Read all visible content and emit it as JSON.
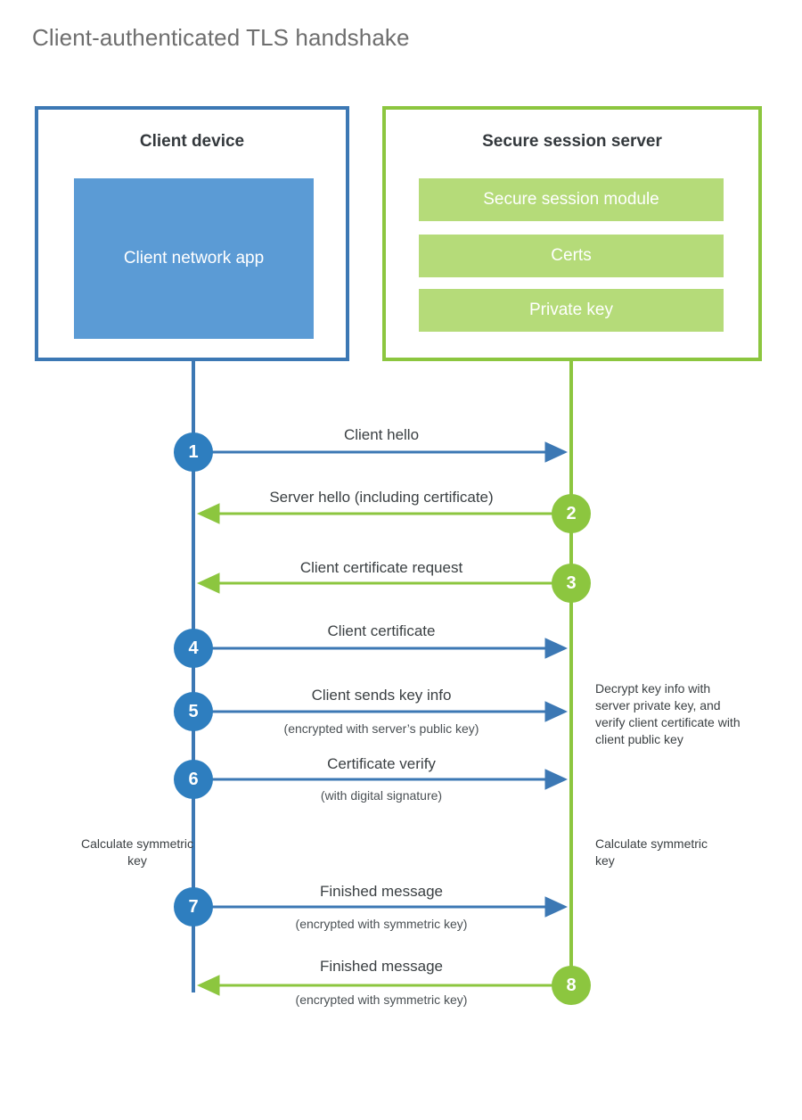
{
  "title": "Client-authenticated TLS handshake",
  "colors": {
    "client_primary": "#3c78b4",
    "client_circle": "#2e7ebf",
    "client_block": "#5b9bd5",
    "server_primary": "#8cc63f",
    "server_block": "#b5db79",
    "title_text": "#6e6e6e",
    "body_text": "#3b4043",
    "background": "#ffffff"
  },
  "entities": {
    "client": {
      "title": "Client device",
      "blocks": [
        "Client network app"
      ]
    },
    "server": {
      "title": "Secure session server",
      "blocks": [
        "Secure session module",
        "Certs",
        "Private key"
      ]
    }
  },
  "messages": [
    {
      "step": "1",
      "label": "Client hello",
      "sublabel": "",
      "direction": "client-to-server",
      "side": "client"
    },
    {
      "step": "2",
      "label": "Server hello (including certificate)",
      "sublabel": "",
      "direction": "server-to-client",
      "side": "server"
    },
    {
      "step": "3",
      "label": "Client certificate request",
      "sublabel": "",
      "direction": "server-to-client",
      "side": "server"
    },
    {
      "step": "4",
      "label": "Client certificate",
      "sublabel": "",
      "direction": "client-to-server",
      "side": "client"
    },
    {
      "step": "5",
      "label": "Client sends key info",
      "sublabel": "(encrypted with server’s public key)",
      "direction": "client-to-server",
      "side": "client"
    },
    {
      "step": "6",
      "label": "Certificate verify",
      "sublabel": "(with digital signature)",
      "direction": "client-to-server",
      "side": "client"
    },
    {
      "step": "7",
      "label": "Finished message",
      "sublabel": "(encrypted with symmetric key)",
      "direction": "client-to-server",
      "side": "client"
    },
    {
      "step": "8",
      "label": "Finished message",
      "sublabel": "(encrypted with symmetric key)",
      "direction": "server-to-client",
      "side": "server"
    }
  ],
  "notes": {
    "server_decrypt": "Decrypt key info with server private key, and verify client certificate with client public key",
    "client_calculate": "Calculate symmetric key",
    "server_calculate": "Calculate symmetric key"
  }
}
